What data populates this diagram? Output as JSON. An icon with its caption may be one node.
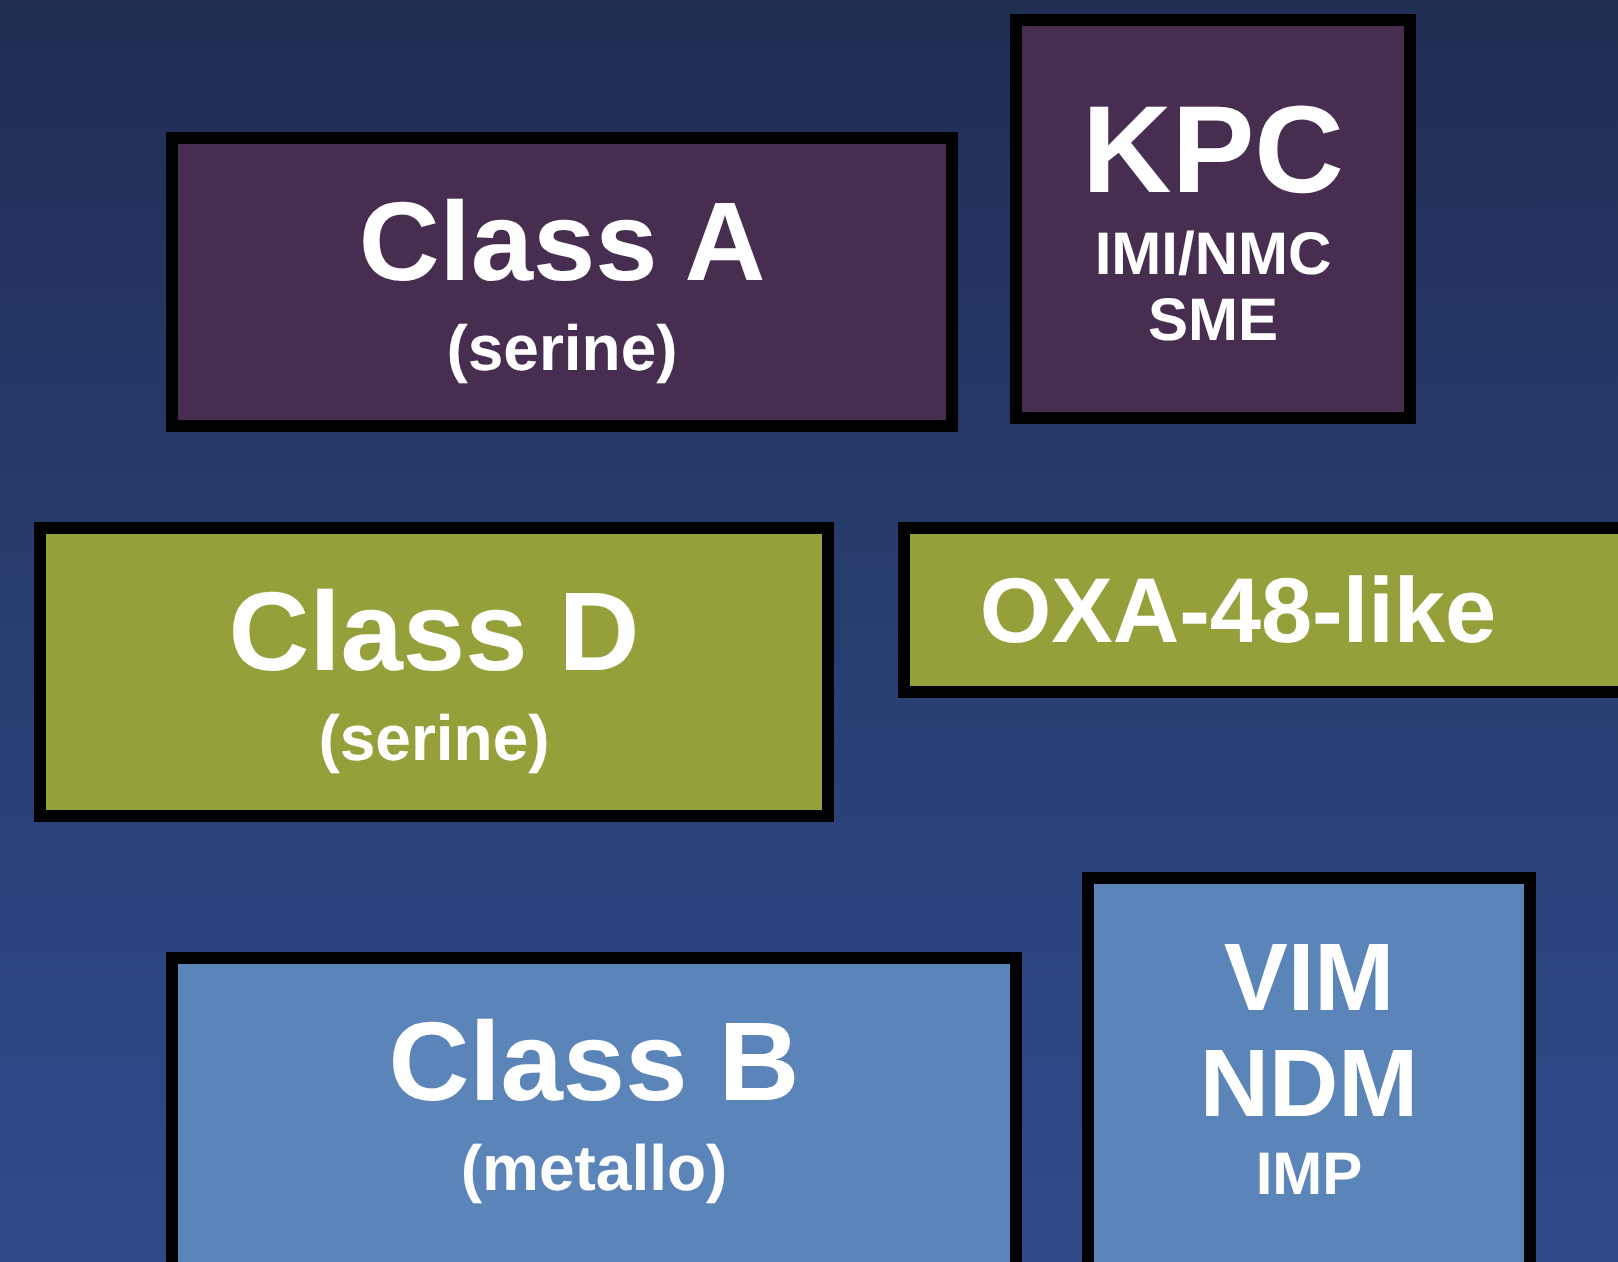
{
  "diagram": {
    "nodes": [
      {
        "text": [
          "Class A",
          "(serine)"
        ]
      },
      {
        "text": [
          "KPC",
          "IMI/NMC SME"
        ]
      },
      {
        "text": [
          "Class D",
          "(serine)"
        ]
      },
      {
        "text": [
          "OXA-48-like"
        ]
      },
      {
        "text": [
          "Class B",
          "(metallo)"
        ]
      },
      {
        "text": [
          "VIM NDM",
          "IMP"
        ]
      }
    ]
  }
}
